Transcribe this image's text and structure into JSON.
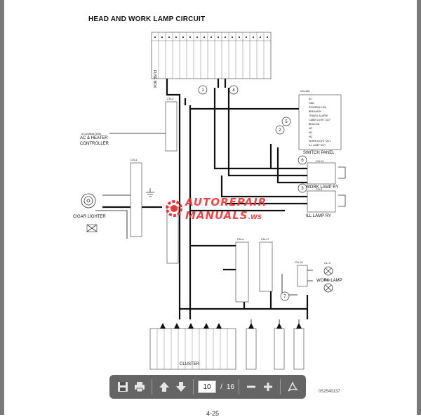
{
  "document": {
    "title": "HEAD AND WORK LAMP CIRCUIT",
    "page_footer": "4-25",
    "drawing_code": "0S2540137"
  },
  "labels": {
    "fuse_box": "FUSE BOX",
    "ac_heater_1": "AC & HEATER",
    "ac_heater_2": "CONTROLLER",
    "illumination": "ILLUMINATION",
    "cigar_lighter": "CIGAR LIGHTER",
    "switch_panel": "SWITCH PANEL",
    "work_lamp_ry": "WORK LAMP RY",
    "ill_lamp_ry": "ILL LAMP RY",
    "work_lamp": "WORK LAMP",
    "cluster": "CLUSTER",
    "cn1": "CN-1",
    "cn2": "CN-2",
    "cn4": "CN-4",
    "cn17": "CN-17",
    "cn116": "CN-116",
    "cn11": "CN-11",
    "cn5": "CN-5",
    "cn10": "CN-10",
    "cl3": "CL-3",
    "cl4": "CL-4"
  },
  "switch_panel_pins": [
    "AC",
    "GND",
    "POWER(12.5V)",
    "BREAKER",
    "TRAVEL ALARM",
    "CABIN LIGHT OUT",
    "BEACON",
    "NC",
    "NC",
    "NC",
    "WORK LIGHT OUT",
    "ILL LAMP OUT"
  ],
  "callouts": [
    "1",
    "2",
    "3",
    "4",
    "5",
    "6",
    "7"
  ],
  "watermark": {
    "line1": "AUTOREPAIR",
    "line2": "MANUALS",
    "suffix": ".WS"
  },
  "viewer": {
    "current_page": "10",
    "separator": "/",
    "total_pages": "16"
  },
  "colors": {
    "toolbar_bg": "#505050",
    "watermark_red": "#e8393b",
    "wire": "#111111"
  }
}
